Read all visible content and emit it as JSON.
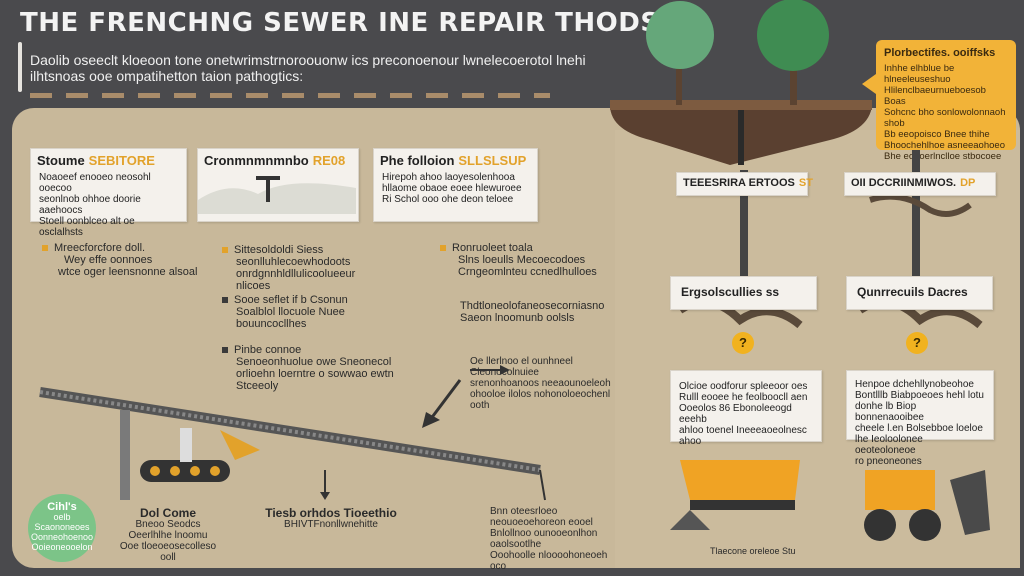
{
  "header": {
    "title": "THE FRENCHNG SEWER INE REPAIR THODS",
    "subtitle": "Daolib oseeclt kloeoon tone onetwrimstrnoroouonw ics preconoenour lwnelecoerotol lnehi ilhtsnoas ooe ompatihetton taion pathogtics:"
  },
  "colors": {
    "panel": "#c8b89a",
    "accent": "#e2a22b",
    "callout": "#f2b338",
    "badge": "#7cc488",
    "background": "#4a4a4d"
  },
  "cards": [
    {
      "head": "Stoume",
      "highlight": "SEBITORE",
      "body": [
        "Noaoeef enooeo neosohl ooecoo",
        "seonlnob ohhoe doorie aaehoocs",
        "Stoell oonblceo alt oe osclalhsts"
      ]
    },
    {
      "head": "Cronmnmnmnbo",
      "highlight": "RE08",
      "body": []
    },
    {
      "head": "Phe folloion",
      "highlight": "SLLSLSUP",
      "body": [
        "Hirepoh ahoo laoyesolenhooa",
        "hllaome obaoe eoee hlewuroee",
        "Ri Schol ooo ohe deon teloee"
      ]
    }
  ],
  "bullets_left": [
    {
      "title": "Mreecforcfore doll.",
      "lines": [
        "Wey effe oonnoes",
        "wtce oger leensnonne alsoal"
      ]
    },
    {
      "title": "Sittesoldoldi Siess",
      "lines": [
        "seonlluhlecoewhodoots",
        "onrdgnnhldllulicoolueeur nlicoes"
      ]
    },
    {
      "title": "Ronruoleet toala",
      "lines": [
        "Slns loeulls Mecoecodoes",
        "Crngeomlnteu ccnedlhulloes"
      ]
    },
    {
      "title": "Sooe seflet if b Csonun",
      "lines": [
        "Soalblol llocuole Nuee bouuncocllhes"
      ]
    },
    {
      "title": "Thdtloneolofaneosecorniasno",
      "lines": [
        "Saeon lnoomunb oolsls"
      ]
    },
    {
      "title": "Pinbe connoe",
      "lines": [
        "Senoeonhuolue owe Sneonecol",
        "orlioehn loerntre o sowwao ewtn Stceeoly"
      ]
    },
    {
      "title": "",
      "lines": [
        "Oe llerlnoo el ounhneel Cleonocolnuiee",
        "srenonhoanoos neeaounoeleoh",
        "ohooloe ilolos nohonoloeochenl ooth"
      ]
    }
  ],
  "bottom_labels": [
    {
      "title": "Dol Come",
      "lines": [
        "Bneoo Seodcs",
        "Oeerlhlhe lnoomu",
        "Ooe tloeoeosecolleso ooll"
      ]
    },
    {
      "title": "Tiesb orhdos Tioeethio",
      "lines": [
        "BHIVTFnonllwnehitte"
      ]
    },
    {
      "title": "",
      "lines": [
        "Bnn oteesrloeo neouoeoehoreon eooel",
        "Bnlollnoo ounooeonlhon oaolsootlhe",
        "Ooohoolle nloooohoneoeh oco"
      ]
    }
  ],
  "badge": {
    "title": "Cihl's",
    "lines": [
      "oelb",
      "Scaononeoes",
      "Oonneohoenoo",
      "Ooieoneooelon"
    ]
  },
  "callout": {
    "title": "Plorbectifes. ooiffsks",
    "lines": [
      "Inhhe elhblue be hlneeleuseshuo",
      "Hlilenclbaeurnueboesob Boas",
      "Sohcnc bho sonlowolonnaoh shob",
      "Bb eeopoisco Bnee thihe",
      "Bhoochehlhoe asneeaohoeo",
      "Bhe eoeoerlnclloe stbocoee"
    ]
  },
  "right": {
    "sign_left": "TEEESRIRA ERTOOS",
    "sign_left_hl": "ST",
    "sign_right": "OII DCCRIINMIWOS.",
    "sign_right_hl": "DP",
    "sub_left": "Ergsolscullies ss",
    "sub_right": "Qunrrecuils Dacres",
    "q_left": "?",
    "q_right": "?",
    "box_left": [
      "Olcioe oodforur spleeoor oes",
      "Rulll eooee he feolboocll aen",
      "Ooeolos 86 Ebonoleeogd eeehb",
      "ahloo toenel Ineeeaoeolnesc",
      "ahoo"
    ],
    "box_right": [
      "Henpoe dchehllynobeohoe",
      "Bontlllb Biabpoeoes hehl lotu",
      "donhe lb Biop bonnenaooibee",
      "cheele l.en Bolsebboe loeloe",
      "lhe Ieoloolonee oeoteoloneoe",
      "ro pneoneones"
    ],
    "machine_caption": "Tlaecone oreleoe Stu"
  }
}
